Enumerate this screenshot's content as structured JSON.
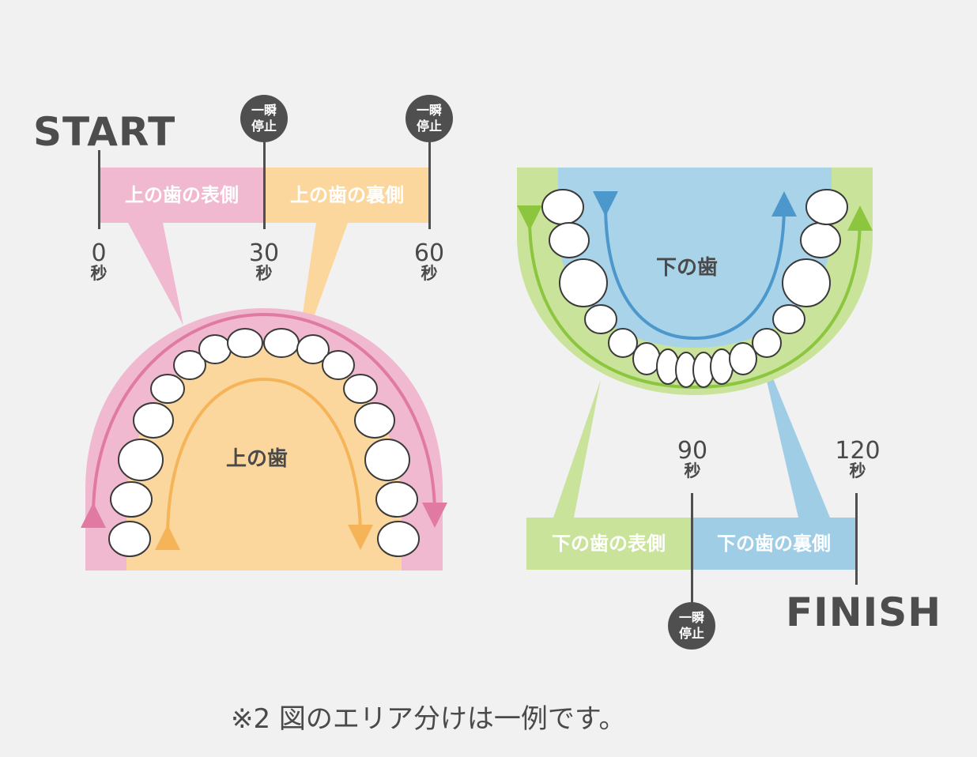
{
  "start_label": "START",
  "finish_label": "FINISH",
  "upper": {
    "outer_label": "上の歯の表側",
    "inner_label": "上の歯の裏側",
    "jaw_label": "上の歯"
  },
  "lower": {
    "outer_label": "下の歯の表側",
    "inner_label": "下の歯の裏側",
    "jaw_label": "下の歯"
  },
  "ticks": [
    {
      "num": "0",
      "unit": "秒"
    },
    {
      "num": "30",
      "unit": "秒"
    },
    {
      "num": "60",
      "unit": "秒"
    },
    {
      "num": "90",
      "unit": "秒"
    },
    {
      "num": "120",
      "unit": "秒"
    }
  ],
  "pause_badge": {
    "line1": "一瞬",
    "line2": "停止"
  },
  "footnote": "※2 図のエリア分けは一例です。",
  "colors": {
    "pink": "#f0b9cf",
    "pink_arrow": "#e07aa2",
    "orange": "#fbd79e",
    "orange_arrow": "#f6b459",
    "green": "#c9e39a",
    "green_arrow": "#8cc63e",
    "blue": "#9fcde6",
    "blue_arrow": "#4c98cc",
    "dark": "#4f4f4f"
  }
}
